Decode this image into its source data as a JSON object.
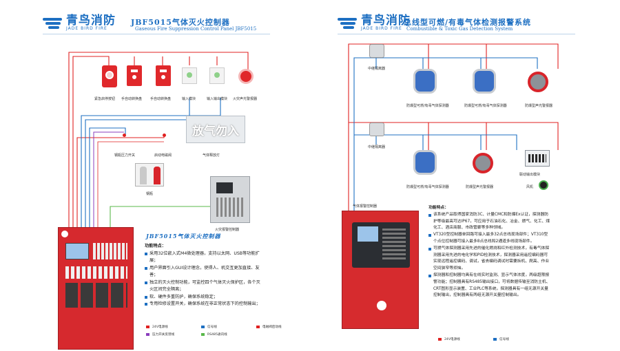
{
  "left": {
    "logo": {
      "cn": "青鸟消防",
      "en": "JADE BIRD FIRE"
    },
    "title": "JBF5015气体灭火控制器",
    "subtitle": "Gaseous Fire Suppression Control Panel JBF5015",
    "devices": {
      "emergency_start": "紧急启停按钮",
      "manual_auto_1": "手自动转换盘",
      "manual_auto_2": "手自动转换盘",
      "input_module": "输入模块",
      "io_module": "输入输出模块",
      "sound_light": "火灾声光警报器",
      "pressure_switch": "钢瓶压力开关",
      "start_solenoid": "启动电磁阀",
      "gas_light": "气体释放灯",
      "cylinder": "钢瓶",
      "alarm_controller": "火灾报警控制器"
    },
    "gas_sign_text": "放气勿入",
    "panel_title": "JBF5015气体灭火控制器",
    "features_heading": "功能特点：",
    "features": [
      "采用32位嵌入式M4微处理器，支持以太网、USB等功能扩展；",
      "用户界面引入GUI设计理念，使得人、机交互更加直接、友善；",
      "独立的灭火控制功能，可监控四个气体灭火保护区，各个灭火区间完全隔离；",
      "软、硬件多重防护，确保系统稳定；",
      "专用检修设置开关，确保系统在非正常状态下的控制输出；"
    ],
    "legend": [
      {
        "label": "24V电源线",
        "color": "#e02020"
      },
      {
        "label": "信号线",
        "color": "#1d6fc2"
      },
      {
        "label": "电磁阀启动线",
        "color": "#e02020"
      },
      {
        "label": "压力开关反馈线",
        "color": "#8a3dbd"
      },
      {
        "label": "RS485通讯线",
        "color": "#59b84a"
      }
    ]
  },
  "right": {
    "logo": {
      "cn": "青鸟消防",
      "en": "JADE BIRD FIRE"
    },
    "title": "总线型可燃/有毒气体检测报警系统",
    "subtitle": "Combustible & Toxic Gas Detection System",
    "devices": {
      "relay_1": "中继隔离器",
      "detector_1": "防爆型可燃/有毒气体探测器",
      "detector_2": "防爆型可燃/有毒气体探测器",
      "sound_light_1": "防爆型声光警报器",
      "relay_2": "中继隔离器",
      "detector_3": "防爆型可燃/有毒气体探测器",
      "sound_light_2": "防爆型声光警报器",
      "linkage_module": "联动输出模块",
      "fan": "风机",
      "controller": "气体报警控制器"
    },
    "features_heading": "功能特点：",
    "features": [
      "该系统产品取得国家消防3C、计量CMC和防爆Ex认证，探测器防护等级最高可达IP67，可应用于石油石化、冶金、燃气、化工、煤化工、酒店商服、市政管廊等多种领域。",
      "VT320型控制器单回路可接入最多32点总线现场部件；VT310型个点位控制器可接入最多8点总线和2通道多线现场部件。",
      "可燃气体探测器采用先进的催化燃烧和红外检测技术，有毒气体探测器采用先进的电化学和PID检测技术，探测器采用遥控编码器可实现远程遥控编码、调试，省去编码调试时需要拆机、爬高、作业空间狭窄等烦恼。",
      "探测器和控制器均具有在线实时监测、显示气体浓度，两级超限报警功能；控制器具有RS485输出接口，可将数据传输至消防主机、CRT图形显示装置、工业PLC等系统，探测器具有一组无源开关量控制输出，控制器具有两组无源开关量控制输出。"
    ],
    "legend": [
      {
        "label": "24V电源线",
        "color": "#e02020"
      },
      {
        "label": "信号线",
        "color": "#1d6fc2"
      }
    ]
  }
}
